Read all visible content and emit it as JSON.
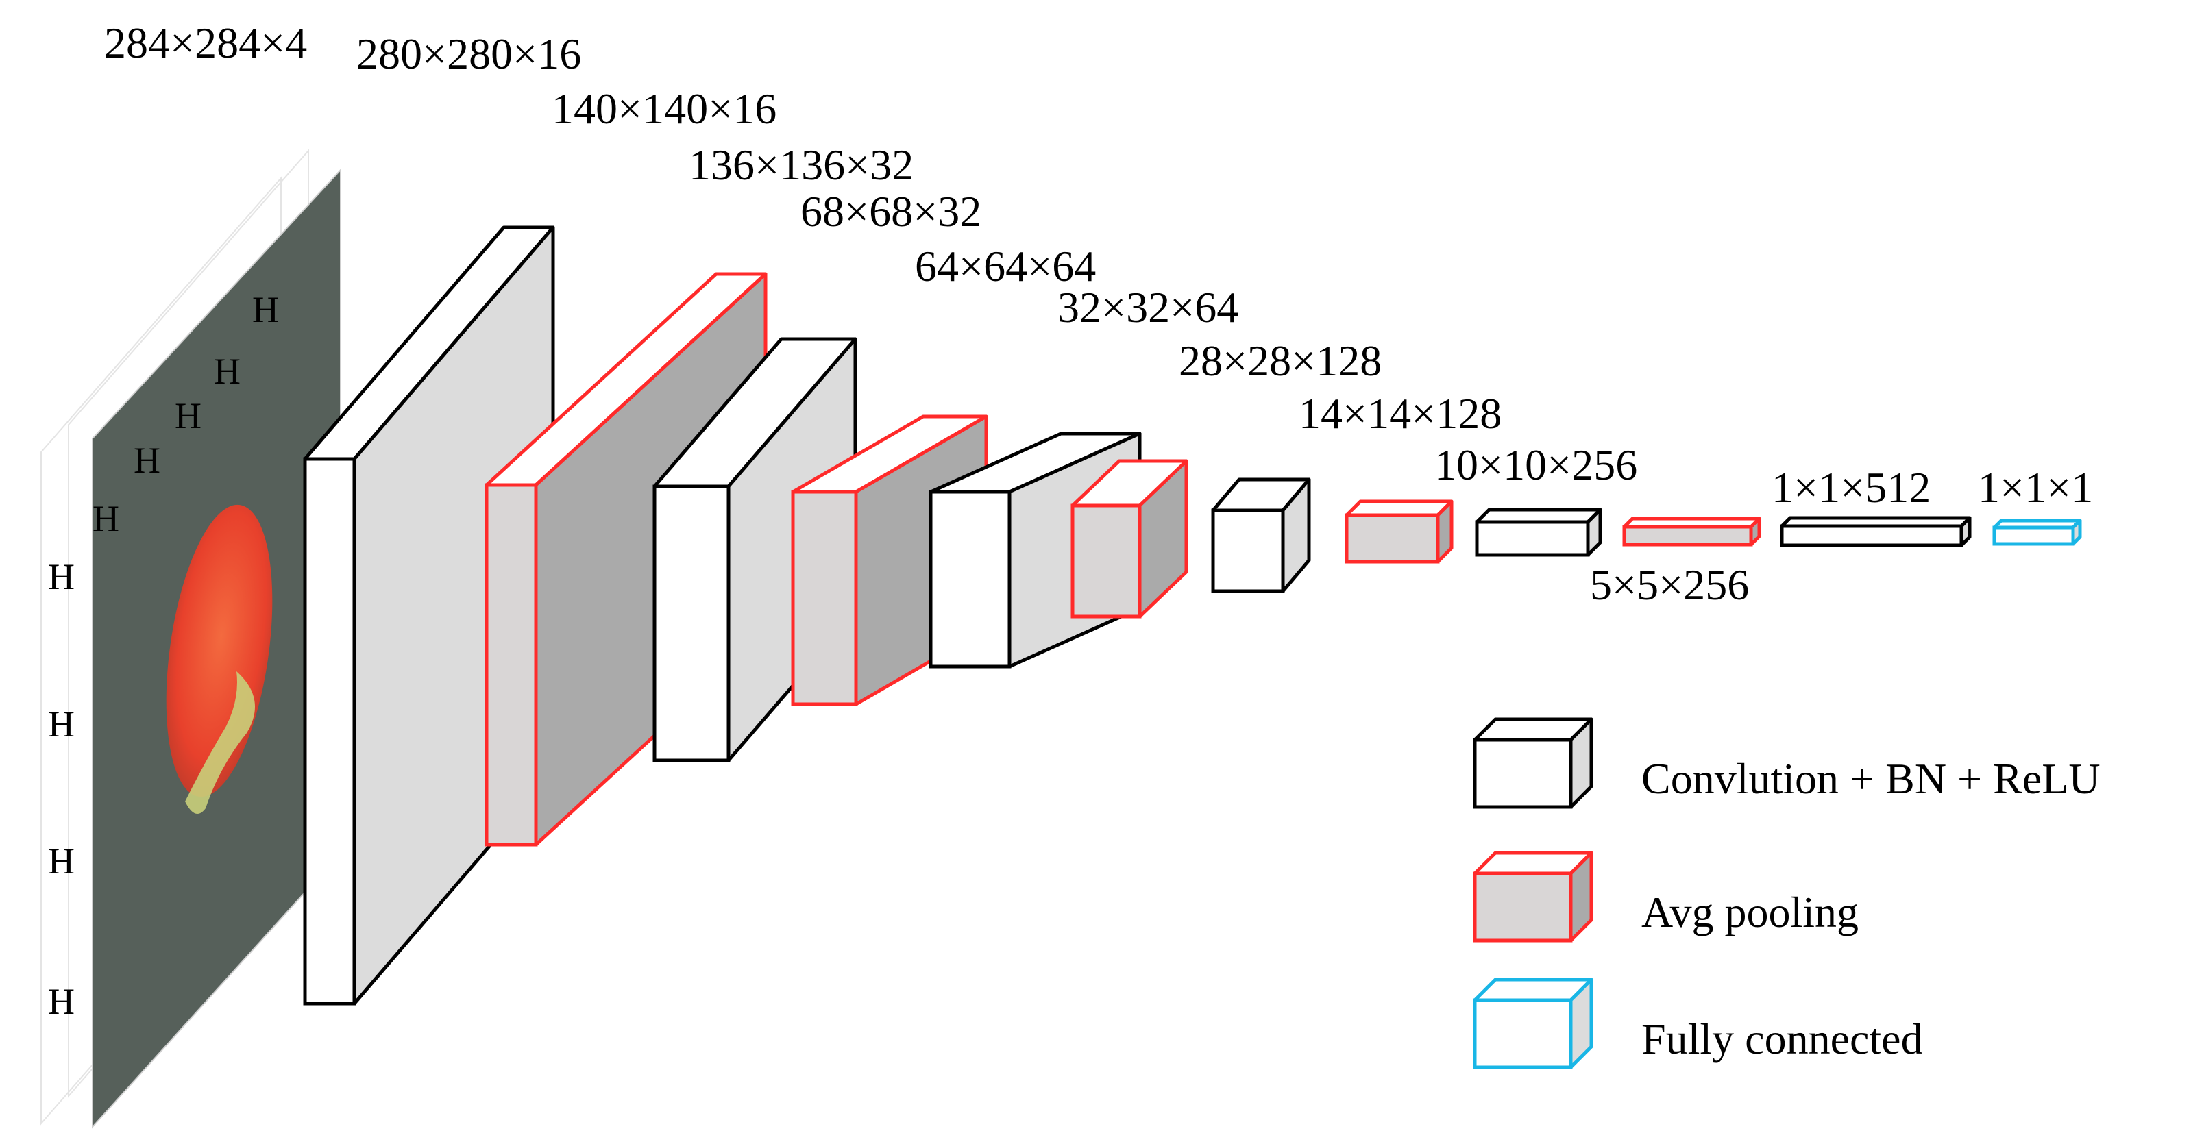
{
  "colors": {
    "conv_edge": "#000000",
    "pool_edge": "#ff2a2a",
    "fc_edge": "#19b6e6",
    "front_face": "#ffffff",
    "pool_front": "#d9d6d6",
    "side_face": "#dcdcdc",
    "side_face_dark": "#aaaaaa",
    "image_bg": "#56605a",
    "fruit": "#e8412c"
  },
  "layers": [
    {
      "kind": "conv",
      "dims": "280×280×16"
    },
    {
      "kind": "pool",
      "dims": "140×140×16"
    },
    {
      "kind": "conv",
      "dims": "136×136×32"
    },
    {
      "kind": "pool",
      "dims": "68×68×32"
    },
    {
      "kind": "conv",
      "dims": "64×64×64"
    },
    {
      "kind": "pool",
      "dims": "32×32×64"
    },
    {
      "kind": "conv",
      "dims": "28×28×128"
    },
    {
      "kind": "pool",
      "dims": "14×14×128"
    },
    {
      "kind": "conv",
      "dims": "10×10×256"
    },
    {
      "kind": "pool",
      "dims": "5×5×256"
    },
    {
      "kind": "conv",
      "dims": "1×1×512"
    },
    {
      "kind": "fc",
      "dims": "1×1×1"
    }
  ],
  "input": {
    "dims": "284×284×4",
    "channel_mark": "H"
  },
  "legend": [
    {
      "kind": "conv",
      "label": "Convlution + BN + ReLU"
    },
    {
      "kind": "pool",
      "label": "Avg pooling"
    },
    {
      "kind": "fc",
      "label": "Fully connected"
    }
  ]
}
